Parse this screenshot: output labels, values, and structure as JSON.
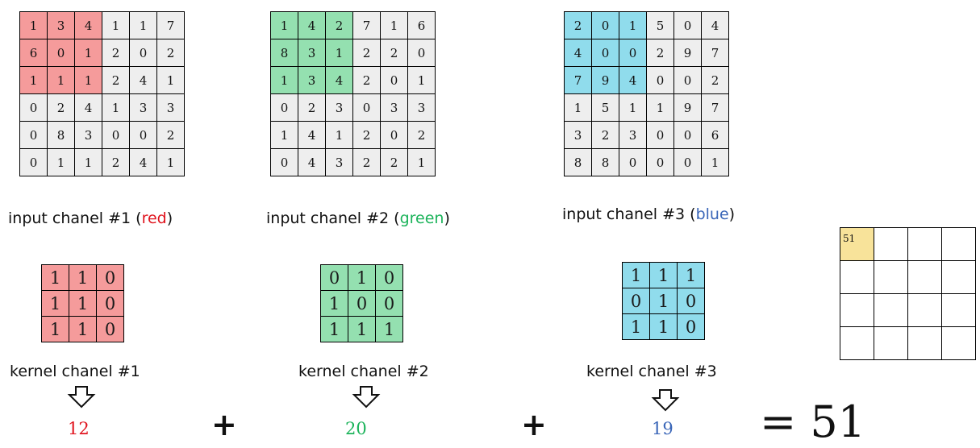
{
  "colors": {
    "red": "#f59b9b",
    "green": "#94e0b0",
    "blue": "#90dcec",
    "gray": "#eeeeee",
    "red_text": "#e0141e",
    "green_text": "#1bb35a",
    "blue_text": "#3a66b8",
    "highlight": "#f8e39a"
  },
  "inputs": [
    {
      "name": "input-channel-1",
      "color": "red",
      "label": {
        "prefix": "input chanel #1 (",
        "color_word": "red",
        "suffix": ")"
      },
      "rows": [
        [
          1,
          3,
          4,
          1,
          1,
          7
        ],
        [
          6,
          0,
          1,
          2,
          0,
          2
        ],
        [
          1,
          1,
          1,
          2,
          4,
          1
        ],
        [
          0,
          2,
          4,
          1,
          3,
          3
        ],
        [
          0,
          8,
          3,
          0,
          0,
          2
        ],
        [
          0,
          1,
          1,
          2,
          4,
          1
        ]
      ]
    },
    {
      "name": "input-channel-2",
      "color": "green",
      "label": {
        "prefix": "input chanel #2 (",
        "color_word": "green",
        "suffix": ")"
      },
      "rows": [
        [
          1,
          4,
          2,
          7,
          1,
          6
        ],
        [
          8,
          3,
          1,
          2,
          2,
          0
        ],
        [
          1,
          3,
          4,
          2,
          0,
          1
        ],
        [
          0,
          2,
          3,
          0,
          3,
          3
        ],
        [
          1,
          4,
          1,
          2,
          0,
          2
        ],
        [
          0,
          4,
          3,
          2,
          2,
          1
        ]
      ]
    },
    {
      "name": "input-channel-3",
      "color": "blue",
      "label": {
        "prefix": "input chanel #3 (",
        "color_word": "blue",
        "suffix": ")"
      },
      "rows": [
        [
          2,
          0,
          1,
          5,
          0,
          4
        ],
        [
          4,
          0,
          0,
          2,
          9,
          7
        ],
        [
          7,
          9,
          4,
          0,
          0,
          2
        ],
        [
          1,
          5,
          1,
          1,
          9,
          7
        ],
        [
          3,
          2,
          3,
          0,
          0,
          6
        ],
        [
          8,
          8,
          0,
          0,
          0,
          1
        ]
      ]
    }
  ],
  "kernels": [
    {
      "name": "kernel-channel-1",
      "color": "red",
      "label": "kernel chanel #1",
      "rows": [
        [
          1,
          1,
          0
        ],
        [
          1,
          1,
          0
        ],
        [
          1,
          1,
          0
        ]
      ]
    },
    {
      "name": "kernel-channel-2",
      "color": "green",
      "label": "kernel chanel #2",
      "rows": [
        [
          0,
          1,
          0
        ],
        [
          1,
          0,
          0
        ],
        [
          1,
          1,
          1
        ]
      ]
    },
    {
      "name": "kernel-channel-3",
      "color": "blue",
      "label": "kernel chanel #3",
      "rows": [
        [
          1,
          1,
          1
        ],
        [
          0,
          1,
          0
        ],
        [
          1,
          1,
          0
        ]
      ]
    }
  ],
  "results": [
    {
      "value": "12",
      "color": "red_text"
    },
    {
      "value": "20",
      "color": "green_text"
    },
    {
      "value": "19",
      "color": "blue_text"
    }
  ],
  "operators": {
    "plus": "+"
  },
  "final": "= 51",
  "output": {
    "rows": 4,
    "cols": 4,
    "first_value": "51"
  }
}
